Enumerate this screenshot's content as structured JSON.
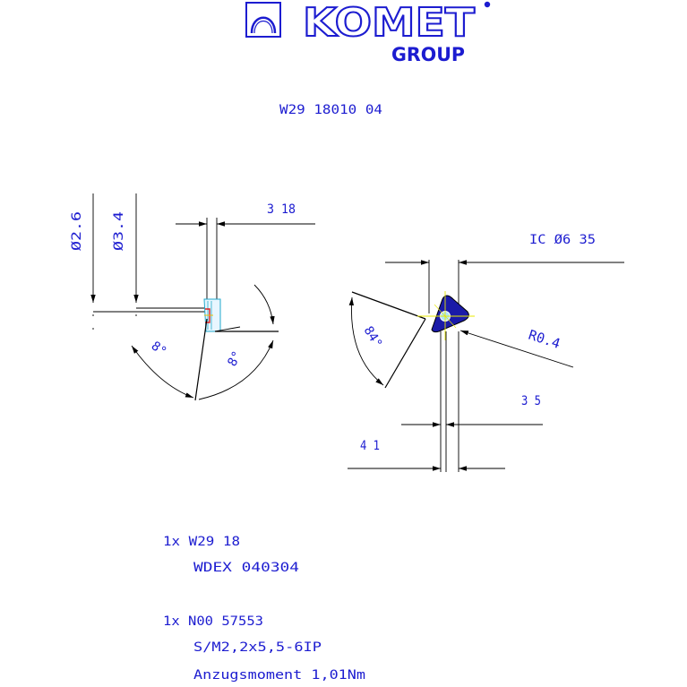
{
  "logo": {
    "brand": "KOMET",
    "group": "GROUP"
  },
  "title": "W29 18010 04",
  "dims": {
    "d26": "Ø2.6",
    "d34": "Ø3.4",
    "w318": "3 18",
    "angle_left": "8°",
    "angle_right": "8°",
    "ic": "IC Ø6 35",
    "angle_84": "84°",
    "radius": "R0.4",
    "d35": "3 5",
    "d41": "4 1"
  },
  "parts": {
    "line1": "1x W29 18",
    "line2": "WDEX 040304",
    "line3": "1x N00 57553",
    "line4": "S/M2,2x5,5-6IP",
    "line5": "Anzugsmoment 1,01Nm"
  },
  "colors": {
    "text": "#1c1cd0",
    "lines": "#000000",
    "insert": "#1a1aa8",
    "accent": "#e8e800"
  }
}
